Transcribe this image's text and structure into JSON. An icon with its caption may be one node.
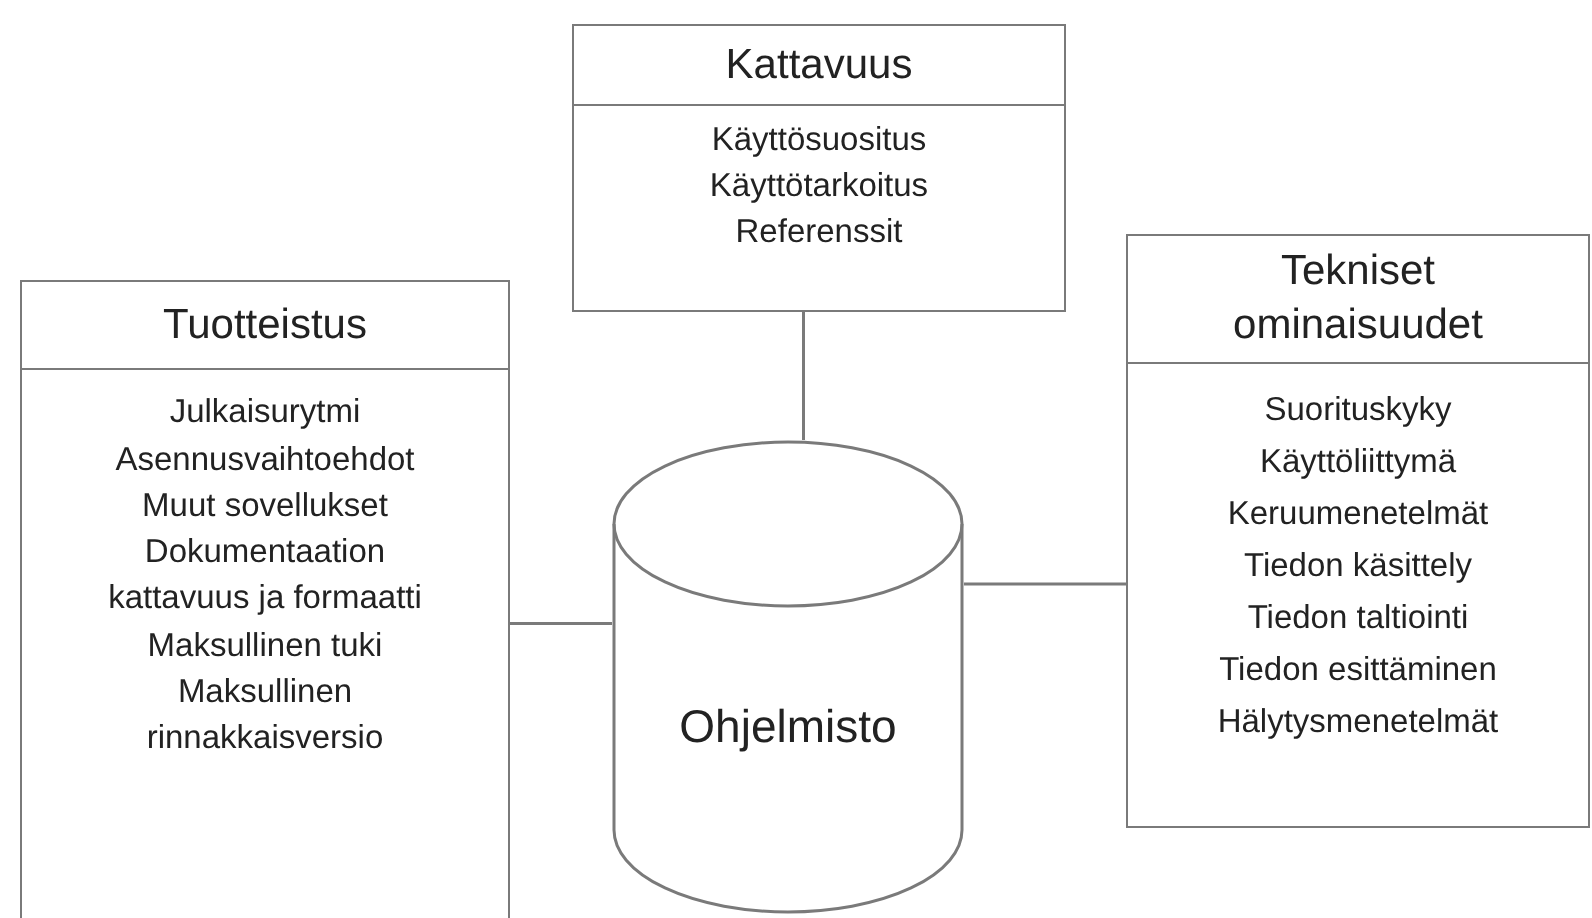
{
  "diagram": {
    "nodes": [
      {
        "text": [
          "Kattavuus",
          "Käyttösuositus",
          "Käyttötarkoitus",
          "Referenssit"
        ]
      },
      {
        "text": [
          "Tuotteistus",
          "Julkaisurytmi",
          "Asennusvaihtoehdot",
          "Muut sovellukset",
          "Dokumentaation kattavuus ja formaatti",
          "Maksullinen tuki",
          "Maksullinen rinnakkaisversio"
        ]
      },
      {
        "text": [
          "Tekniset ominaisuudet",
          "Suorituskyky",
          "Käyttöliittymä",
          "Keruumenetelmät",
          "Tiedon käsittely",
          "Tiedon taltiointi",
          "Tiedon esittäminen",
          "Hälytysmenetelmät"
        ]
      },
      {
        "text": [
          "Ohjelmisto"
        ]
      }
    ],
    "edges": [
      {
        "from": 0,
        "to": 3,
        "arrow": "none"
      },
      {
        "from": 1,
        "to": 3,
        "arrow": "none"
      },
      {
        "from": 2,
        "to": 3,
        "arrow": "none"
      }
    ]
  }
}
